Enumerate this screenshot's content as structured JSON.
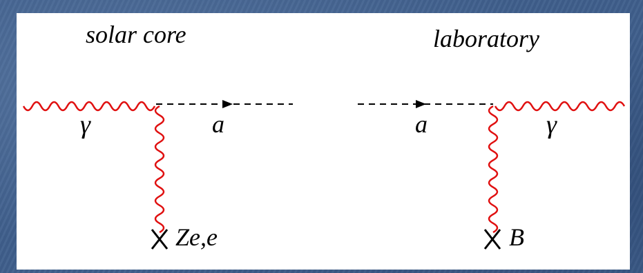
{
  "diagrams": [
    {
      "title": "solar core",
      "photon_label": "γ",
      "axion_label": "a",
      "source_label": "Ze,e"
    },
    {
      "title": "laboratory",
      "photon_label": "γ",
      "axion_label": "a",
      "source_label": "B"
    }
  ],
  "colors": {
    "photon_line": "#e01010",
    "axion_line": "#000000",
    "panel": "#ffffff",
    "background": "#3f5f8c"
  }
}
